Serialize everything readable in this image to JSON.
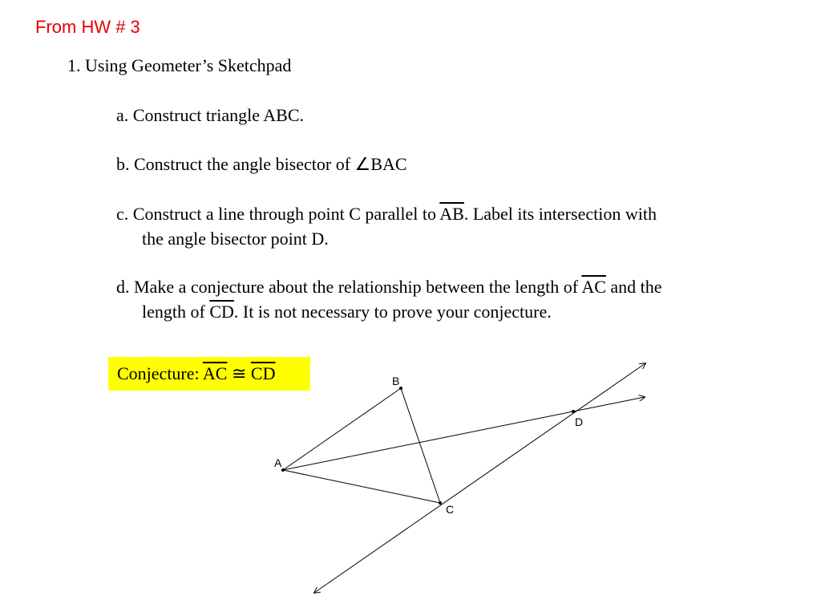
{
  "title": "From HW # 3",
  "colors": {
    "title": "#e60000",
    "highlight": "#ffff00",
    "ink": "#000000"
  },
  "problem": {
    "number_line": "1.  Using Geometer’s Sketchpad",
    "part_a": "a.  Construct triangle ABC.",
    "part_b_text": "b.  Construct the angle bisector of ",
    "part_b_angle": "∠BAC",
    "part_c_pre": "c.  Construct a line through point C parallel to ",
    "part_c_seg": "AB",
    "part_c_post": ".  Label its intersection with",
    "part_c_line2": "the angle bisector point D.",
    "part_d_pre": "d.  Make a conjecture about the relationship between the length of ",
    "part_d_seg1": "AC",
    "part_d_post": "  and the",
    "part_d_line2_pre": "length of ",
    "part_d_seg2": "CD",
    "part_d_line2_post": ".  It is not necessary to prove your conjecture."
  },
  "conjecture": {
    "label": "Conjecture: ",
    "seg1": "AC",
    "symbol": " ≅ ",
    "seg2": "CD"
  },
  "figure": {
    "points": [
      {
        "name": "A",
        "label": "A"
      },
      {
        "name": "B",
        "label": "B"
      },
      {
        "name": "C",
        "label": "C"
      },
      {
        "name": "D",
        "label": "D"
      }
    ]
  }
}
